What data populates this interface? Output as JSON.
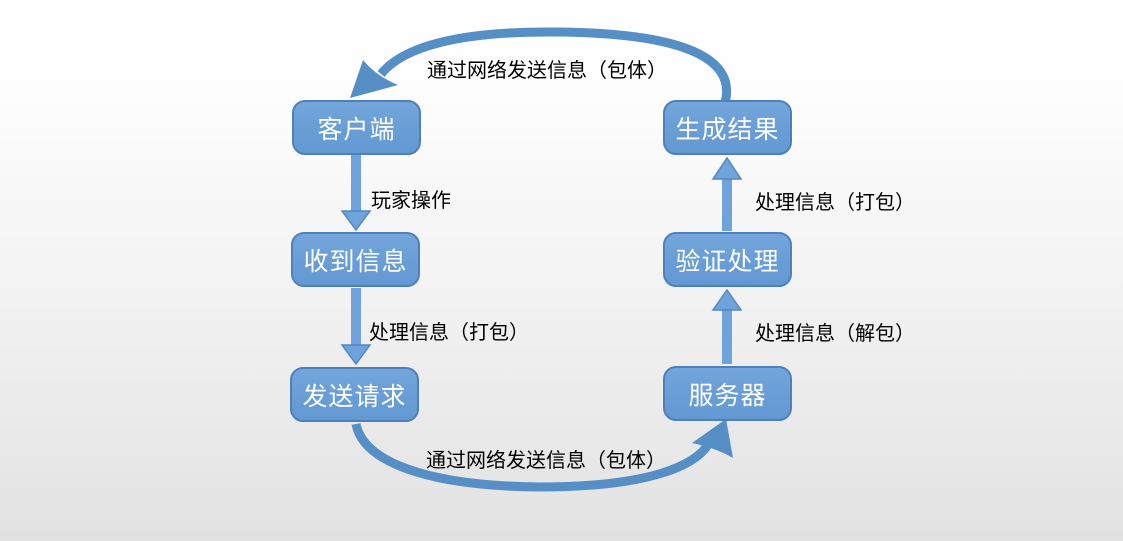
{
  "diagram": {
    "title": "client-server network message loop",
    "colors": {
      "node_fill": "#699dd5",
      "node_border": "#4e80bc",
      "straight_arrow": "#6fa3dc",
      "curved_arrow": "#568ec6",
      "node_text": "#ffffff",
      "label_text": "#000000",
      "background_top": "#ffffff",
      "background_bottom": "#e2e2e2"
    },
    "nodes": {
      "client": {
        "label": "客户端"
      },
      "received_info": {
        "label": "收到信息"
      },
      "send_request": {
        "label": "发送请求"
      },
      "generate_result": {
        "label": "生成结果"
      },
      "verify_process": {
        "label": "验证处理"
      },
      "server": {
        "label": "服务器"
      }
    },
    "edges": {
      "network_top": {
        "label": "通过网络发送信息（包体）",
        "from": "generate_result",
        "to": "client"
      },
      "player_action": {
        "label": "玩家操作",
        "from": "client",
        "to": "received_info"
      },
      "pack_left": {
        "label": "处理信息（打包）",
        "from": "received_info",
        "to": "send_request"
      },
      "network_bottom": {
        "label": "通过网络发送信息（包体）",
        "from": "send_request",
        "to": "server"
      },
      "unpack_right": {
        "label": "处理信息（解包）",
        "from": "server",
        "to": "verify_process"
      },
      "pack_right": {
        "label": "处理信息（打包）",
        "from": "verify_process",
        "to": "generate_result"
      }
    }
  }
}
